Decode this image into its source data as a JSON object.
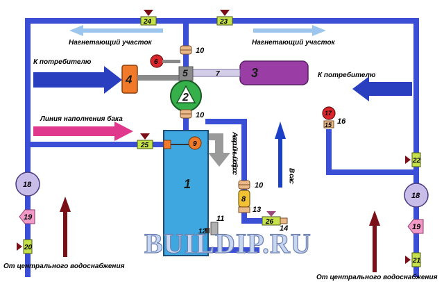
{
  "labels": {
    "supply_left": "Нагнетающий участок",
    "supply_right": "Нагнетающий участок",
    "to_consumer_left": "К потребителю",
    "to_consumer_right": "К потребителю",
    "tank_fill_line": "Линия наполнения бака",
    "emergency_discharge": "Аварийный сброс",
    "to_you": "В сас",
    "from_central_left": "От центрального водоснабжения",
    "from_central_right": "От центрального водоснабжения",
    "watermark": "BUILDIP.RU"
  },
  "numbers": {
    "n1": "1",
    "n2": "2",
    "n3": "3",
    "n4": "4",
    "n5": "5",
    "n6": "6",
    "n7": "7",
    "n8": "8",
    "n9": "9",
    "n10a": "10",
    "n10b": "10",
    "n10c": "10",
    "n11": "11",
    "n12": "12",
    "n13": "13",
    "n14": "14",
    "n15": "15",
    "n16": "16",
    "n17": "17",
    "n18a": "18",
    "n18b": "18",
    "n19a": "19",
    "n19b": "19",
    "n20": "20",
    "n21": "21",
    "n22": "22",
    "n23": "23",
    "n24": "24",
    "n25": "25",
    "n26": "26"
  },
  "colors": {
    "pipe": "#3a4fd6",
    "tank": "#3fa7e0",
    "pump": "#35b04a",
    "motor": "#9a3ea6",
    "orange_unit": "#f07a2a",
    "gauge_red": "#d8262a",
    "valve_green": "#c6e24a",
    "meter_violet": "#c8bce8",
    "filter_pink": "#f29ac8",
    "arrow_dark_red": "#7a0f18",
    "arrow_magenta": "#e0388c",
    "arrow_light_blue": "#9cc6ee",
    "arrow_blue": "#1c3fc8",
    "arrow_grey": "#9a9a9a"
  }
}
